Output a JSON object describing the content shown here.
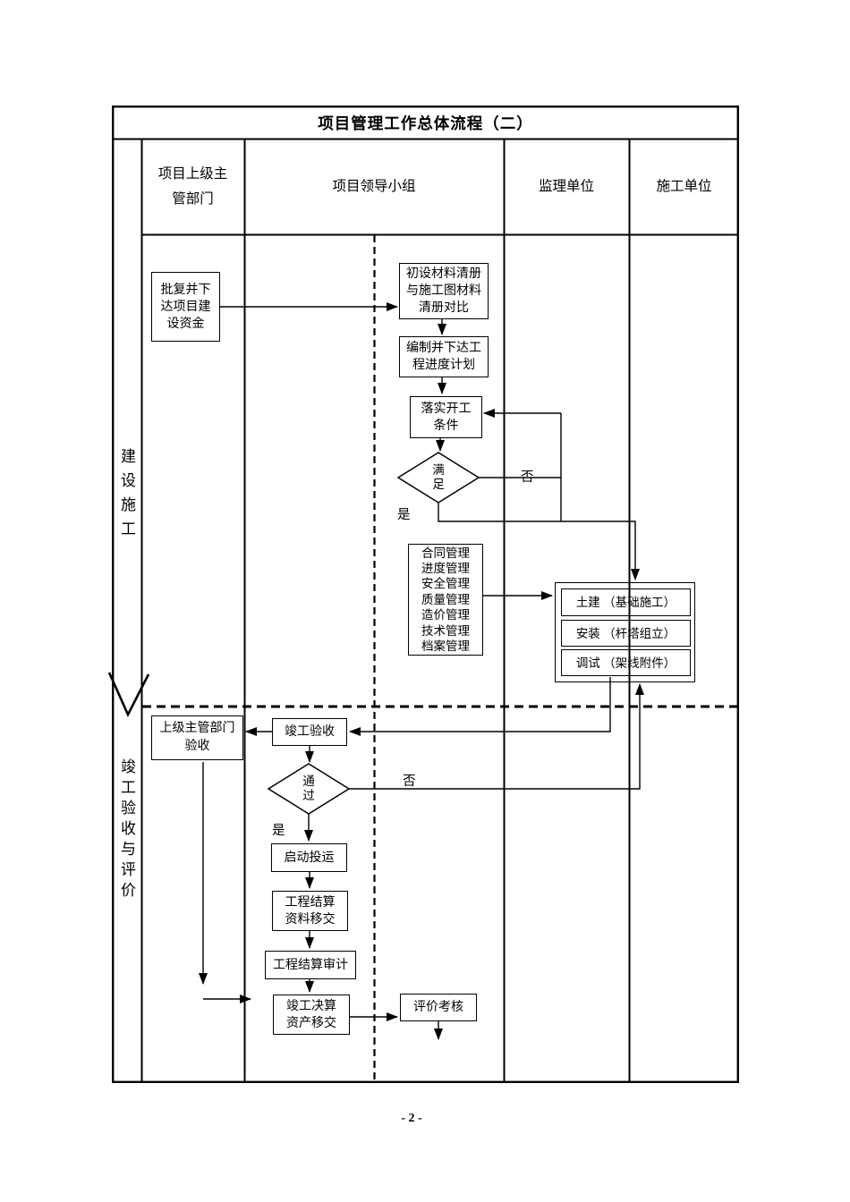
{
  "page": {
    "background": "#ffffff",
    "line_color": "#000000",
    "page_number": "- 2 -"
  },
  "flowchart": {
    "title": "项目管理工作总体流程（二）",
    "columns": [
      {
        "label": "项目上级主管部门"
      },
      {
        "label": "项目领导小组"
      },
      {
        "label": "监理单位"
      },
      {
        "label": "施工单位"
      }
    ],
    "sections": [
      {
        "label": "建设施工"
      },
      {
        "label": "竣工验收与评价"
      }
    ],
    "nodes": {
      "approve_funds": {
        "text": "批复并下\n达项目建\n设资金"
      },
      "material_compare": {
        "text": "初设材料清册\n与施工图材料\n清册对比"
      },
      "schedule_plan": {
        "text": "编制并下达工\n程进度计划"
      },
      "start_conditions": {
        "text": "落实开工\n条件"
      },
      "satisfy_decision": {
        "text": "满\n足"
      },
      "management_items": {
        "text": "合同管理\n进度管理\n安全管理\n质量管理\n造价管理\n技术管理\n档案管理"
      },
      "civil_work": {
        "text": "土建 （基础施工）"
      },
      "installation": {
        "text": "安装 （杆塔组立）"
      },
      "commissioning": {
        "text": "调试 （架线附件）"
      },
      "superior_acceptance": {
        "text": "上级主管部门\n验收"
      },
      "completion_acceptance": {
        "text": "竣工验收"
      },
      "pass_decision": {
        "text": "通\n过"
      },
      "startup_operation": {
        "text": "启动投运"
      },
      "settlement_handover": {
        "text": "工程结算\n资料移交"
      },
      "settlement_audit": {
        "text": "工程结算审计"
      },
      "final_account_transfer": {
        "text": "竣工决算\n资产移交"
      },
      "evaluation_assessment": {
        "text": "评价考核"
      }
    },
    "branch_labels": {
      "satisfy_yes": "是",
      "satisfy_no": "否",
      "pass_yes": "是",
      "pass_no": "否"
    }
  }
}
